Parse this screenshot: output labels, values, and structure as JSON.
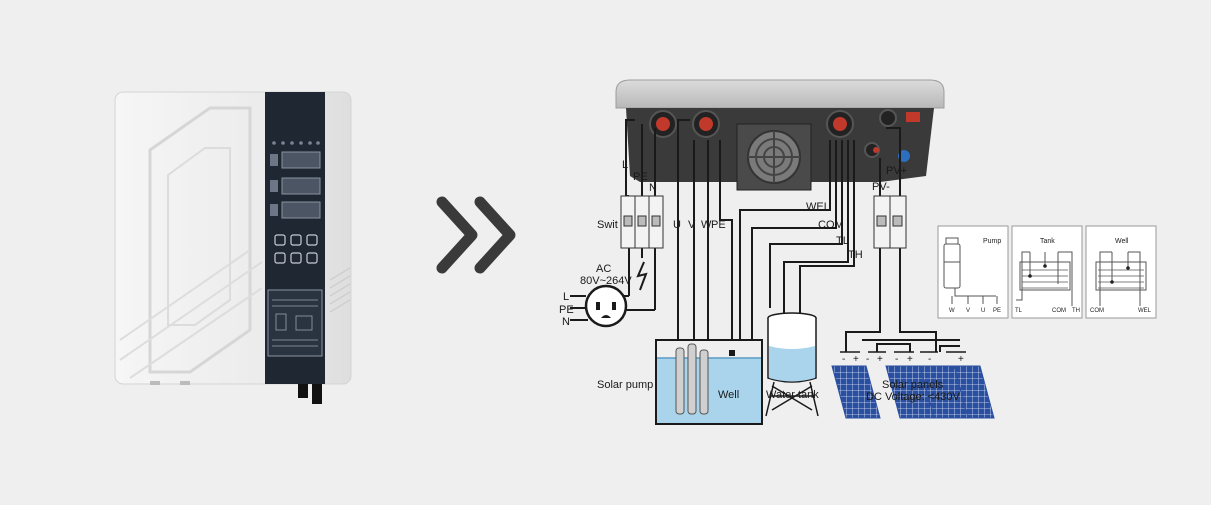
{
  "colors": {
    "background": "#efefef",
    "panel_dark": "#1f2733",
    "wire": "#1a1a1a",
    "water": "#a9d4ec",
    "solar_panel": "#2b4fa0"
  },
  "wiring": {
    "terminals": {
      "L": "L",
      "PE": "PE",
      "N": "N",
      "U": "U",
      "V": "V",
      "W": "W",
      "PE2": "PE",
      "WEL": "WEL",
      "COM": "COM",
      "TL": "TL",
      "TH": "TH",
      "PV_plus": "PV+",
      "PV_minus": "PV-"
    },
    "switch_label": "Swit",
    "ac_label": "AC",
    "ac_range": "80V~264V",
    "grid_L": "L",
    "grid_PE": "PE",
    "grid_N": "N",
    "solar_pump_label": "Solar pump",
    "well_label": "Well",
    "water_tank_label": "Water tank",
    "solar_panels_label": "Solar panels",
    "dc_voltage_label": "DC Voltage: <430V",
    "panel_polarity": [
      "-",
      "+",
      "-",
      "+",
      "-",
      "+",
      "-",
      "+"
    ]
  },
  "legend": {
    "pump": {
      "title": "Pump",
      "terminals": [
        "W",
        "V",
        "U",
        "PE"
      ]
    },
    "tank": {
      "title": "Tank",
      "terminals": [
        "TL",
        "COM",
        "TH"
      ]
    },
    "well": {
      "title": "Well",
      "terminals": [
        "COM",
        "WEL"
      ]
    }
  }
}
